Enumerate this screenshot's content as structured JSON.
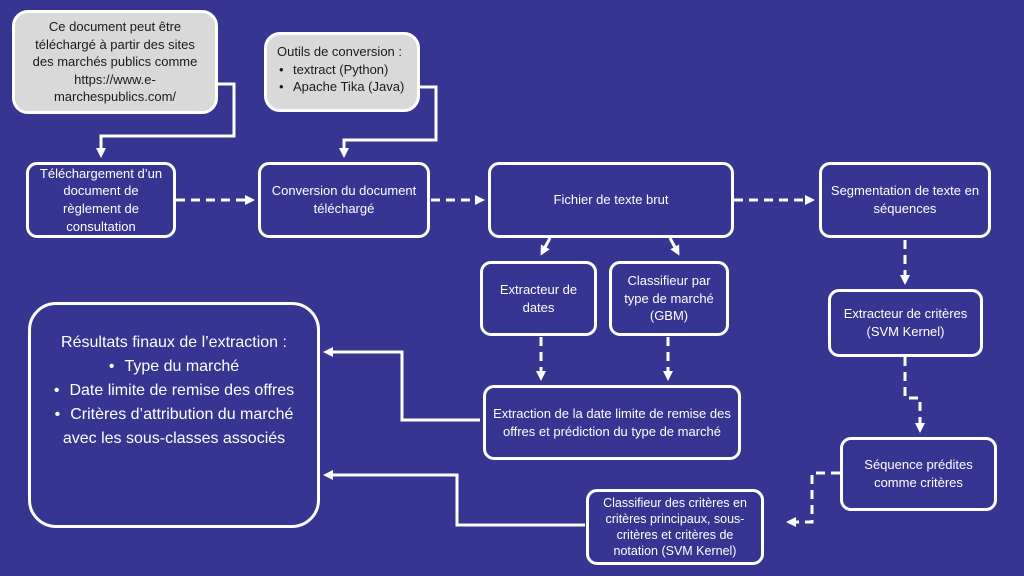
{
  "colors": {
    "background": "#363592",
    "stroke": "#ffffff",
    "note_fill": "#d9d9d9"
  },
  "notes": {
    "source": {
      "text": "Ce document peut être téléchargé à partir des sites des marchés publics comme https://www.e-marchespublics.com/"
    },
    "tools": {
      "title": "Outils de conversion :",
      "items": [
        "textract (Python)",
        "Apache Tika (Java)"
      ]
    }
  },
  "steps": {
    "download": "Téléchargement d’un document de règlement de consultation",
    "conversion": "Conversion du document téléchargé",
    "raw_text": "Fichier de texte brut",
    "segmentation": "Segmentation de texte en séquences",
    "date_extractor": "Extracteur de dates",
    "market_classifier": "Classifieur par type de marché (GBM)",
    "criteria_extractor": "Extracteur de critères (SVM Kernel)",
    "deadline_extraction": "Extraction de la date limite de remise des offres et prédiction du type de marché",
    "predicted_sequences": "Séquence prédites comme critères",
    "criteria_classifier": "Classifieur des critères en critères principaux, sous-critères et critères de notation (SVM Kernel)"
  },
  "results": {
    "title": "Résultats finaux de l’extraction :",
    "items": [
      "Type du marché",
      "Date limite de remise des offres",
      "Critères d’attribution du marché avec les sous-classes associés"
    ]
  }
}
